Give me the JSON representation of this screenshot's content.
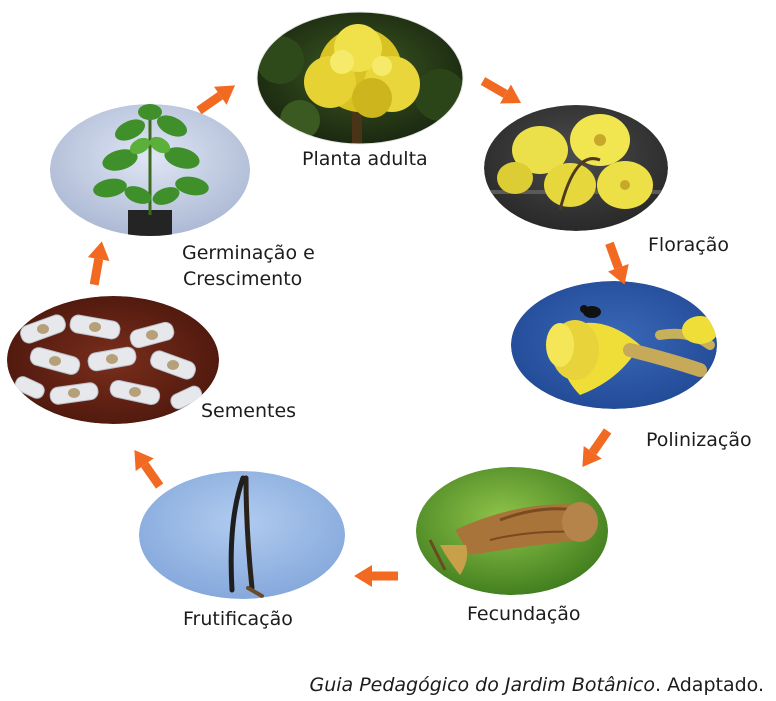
{
  "stages": {
    "adult": "Planta adulta",
    "flowering": "Floração",
    "pollination": "Polinização",
    "fertilization": "Fecundação",
    "fruiting": "Frutificação",
    "seeds": "Sementes",
    "germination_line1": "Germinação e",
    "germination_line2": "Crescimento"
  },
  "caption": {
    "source_title": "Guia Pedagógico do Jardim Botânico",
    "source_suffix": ". Adaptado."
  },
  "colors": {
    "arrow": "#f26a22",
    "flower_yellow": "#f2e03a",
    "sky_blue": "#9bb8e0",
    "pollination_blue": "#2d5aa8",
    "leaf_green": "#4a9a2e",
    "soil_brown": "#6a2618"
  }
}
